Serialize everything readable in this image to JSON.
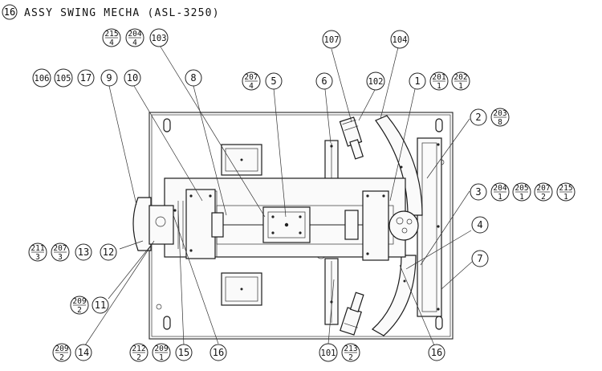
{
  "title": {
    "number": "16",
    "text": "ASSY SWING MECHA (ASL-3250)"
  },
  "callouts": {
    "c1": "1",
    "c2": "2",
    "c3": "3",
    "c4": "4",
    "c5": "5",
    "c6": "6",
    "c7": "7",
    "c8": "8",
    "c9": "9",
    "c10": "10",
    "c11": "11",
    "c12": "12",
    "c13": "13",
    "c14": "14",
    "c15": "15",
    "c16a": "16",
    "c16b": "16",
    "c17": "17",
    "c101": "101",
    "c102": "102",
    "c103": "103",
    "c104": "104",
    "c105": "105",
    "c106": "106",
    "c107": "107"
  },
  "fractions": {
    "f215a": {
      "top": "215",
      "bottom": "4"
    },
    "f204a": {
      "top": "204",
      "bottom": "4"
    },
    "f207a": {
      "top": "207",
      "bottom": "4"
    },
    "f201": {
      "top": "201",
      "bottom": "1"
    },
    "f202": {
      "top": "202",
      "bottom": "1"
    },
    "f203": {
      "top": "203",
      "bottom": "8"
    },
    "f204b": {
      "top": "204",
      "bottom": "1"
    },
    "f205": {
      "top": "205",
      "bottom": "1"
    },
    "f207b": {
      "top": "207",
      "bottom": "2"
    },
    "f215b": {
      "top": "215",
      "bottom": "1"
    },
    "f211": {
      "top": "211",
      "bottom": "3"
    },
    "f207c": {
      "top": "207",
      "bottom": "3"
    },
    "f209a": {
      "top": "209",
      "bottom": "2"
    },
    "f209b": {
      "top": "209",
      "bottom": "2"
    },
    "f212": {
      "top": "212",
      "bottom": "2"
    },
    "f209c": {
      "top": "209",
      "bottom": "1"
    },
    "f213": {
      "top": "213",
      "bottom": "2"
    }
  }
}
